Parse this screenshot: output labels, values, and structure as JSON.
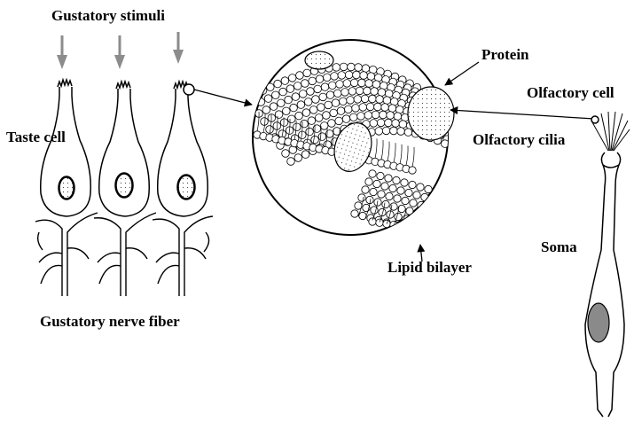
{
  "labels": {
    "gustatory_stimuli": "Gustatory stimuli",
    "taste_cell": "Taste cell",
    "gustatory_nerve_fiber": "Gustatory nerve fiber",
    "protein": "Protein",
    "lipid_bilayer": "Lipid bilayer",
    "olfactory_cell": "Olfactory cell",
    "olfactory_cilia": "Olfactory cilia",
    "soma": "Soma"
  },
  "colors": {
    "stimulus_arrow": "#8c8c8c",
    "nucleus_fill": "#8a8a8a",
    "line": "#000000"
  }
}
